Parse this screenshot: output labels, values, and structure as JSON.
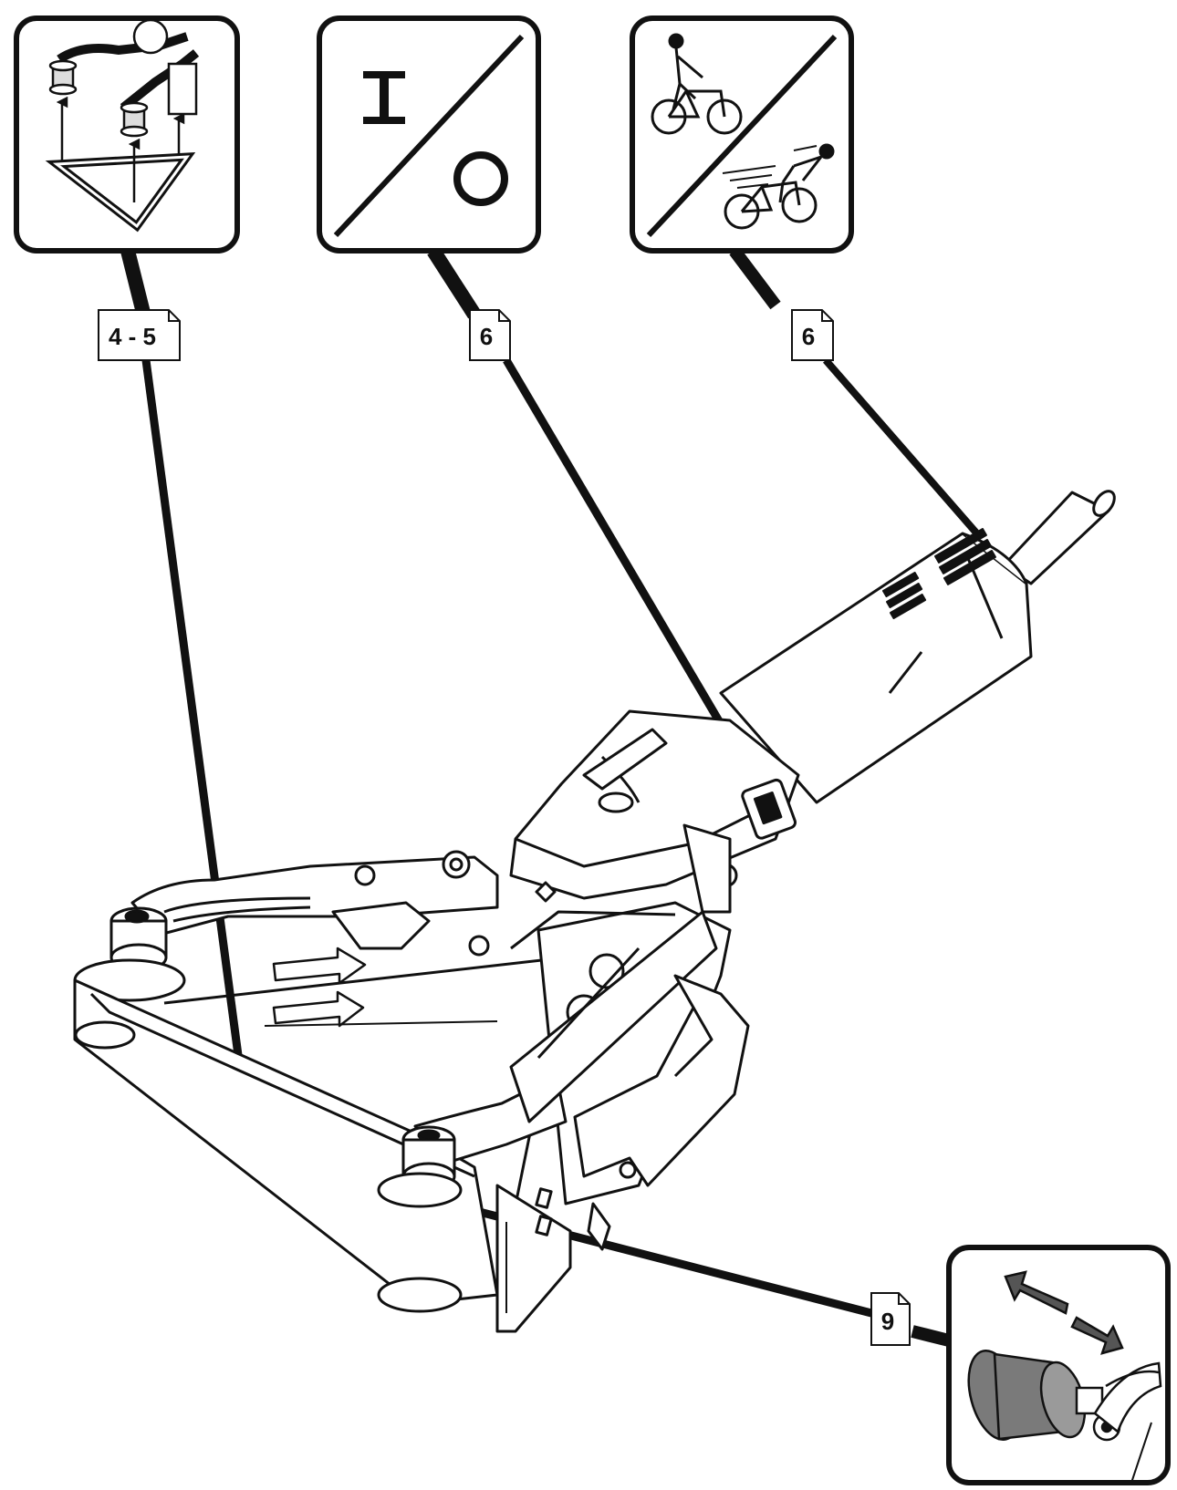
{
  "colors": {
    "ink": "#111111",
    "paper": "#ffffff",
    "roller_gray": "#7a7a7a",
    "shade": "#cfcfcf"
  },
  "callouts": [
    {
      "id": "accessory-install",
      "page_ref": "4 - 5",
      "icon": "roller-arms-install-icon"
    },
    {
      "id": "power-switch",
      "page_ref": "6",
      "icon": "on-off-icon",
      "on_symbol": "I",
      "off_symbol": "O"
    },
    {
      "id": "speed-control",
      "page_ref": "6",
      "icon": "speed-slow-fast-icon"
    },
    {
      "id": "roller-adjust",
      "page_ref": "9",
      "icon": "roller-adjust-icon"
    }
  ]
}
